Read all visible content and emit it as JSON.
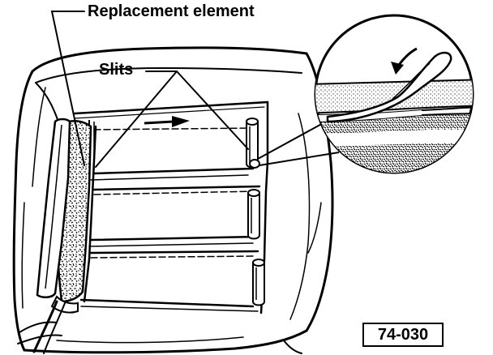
{
  "labels": {
    "replacement_element": "Replacement element",
    "slits": "Slits"
  },
  "figure_id": "74-030",
  "colors": {
    "ink": "#000000",
    "paper": "#ffffff"
  }
}
